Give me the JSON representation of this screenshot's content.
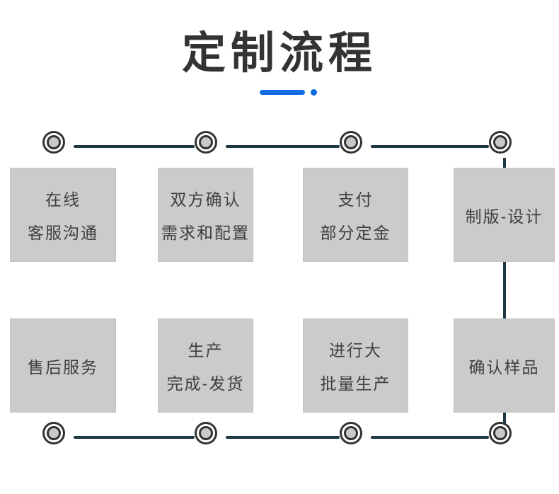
{
  "title": "定制流程",
  "colors": {
    "accent_blue": "#0b6ce4",
    "connector_dark": "#1d3844",
    "node_ring_dark": "#333333",
    "node_fill_gray": "#c9c9c9",
    "box_background": "#cbcbcb",
    "title_text": "#333333",
    "box_text": "#3f3f3f",
    "page_background": "#ffffff"
  },
  "steps": {
    "row1": [
      {
        "line1": "在线",
        "line2": "客服沟通"
      },
      {
        "line1": "双方确认",
        "line2": "需求和配置"
      },
      {
        "line1": "支付",
        "line2": "部分定金"
      },
      {
        "line1": "制版-设计"
      }
    ],
    "row2": [
      {
        "line1": "售后服务"
      },
      {
        "line1": "生产",
        "line2": "完成-发货"
      },
      {
        "line1": "进行大",
        "line2": "批量生产"
      },
      {
        "line1": "确认样品"
      }
    ]
  }
}
